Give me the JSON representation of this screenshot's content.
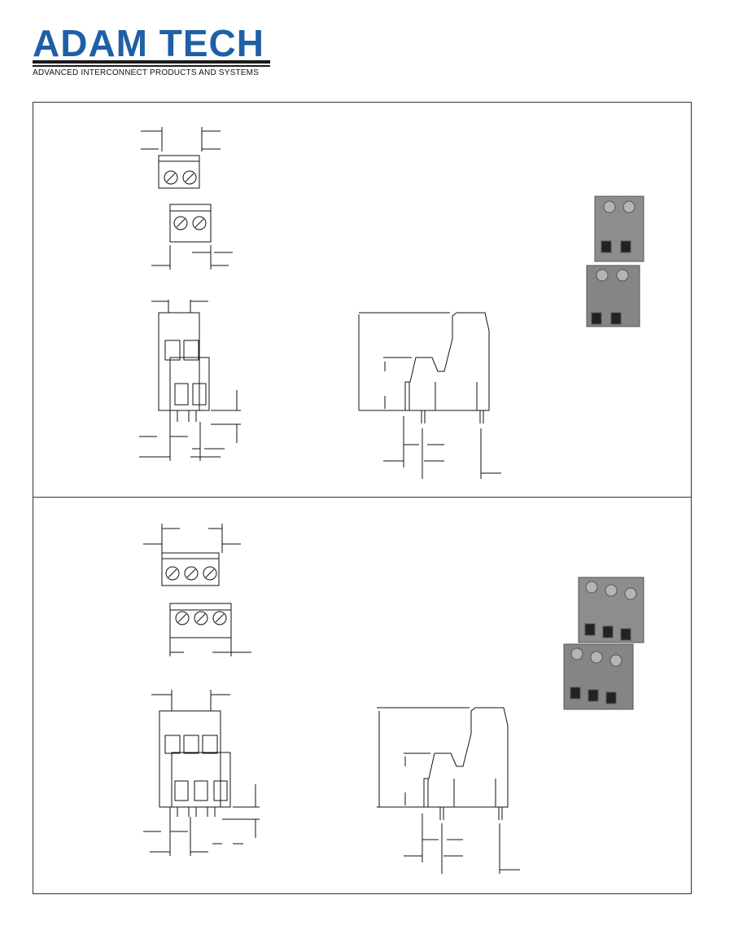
{
  "brand": {
    "name": "ADAM TECH",
    "tagline": "ADVANCED INTERCONNECT PRODUCTS AND SYSTEMS",
    "color": "#1f5fa6"
  },
  "panels": [
    {
      "positions": 2,
      "views": [
        "top-view",
        "front-view",
        "side-view",
        "product-photo"
      ]
    },
    {
      "positions": 3,
      "views": [
        "top-view",
        "front-view",
        "side-view",
        "product-photo"
      ]
    }
  ]
}
